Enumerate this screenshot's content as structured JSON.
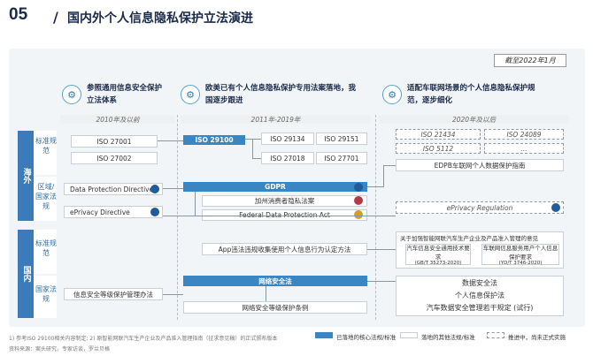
{
  "header": {
    "number": "05",
    "title": "国内外个人信息隐私保护立法演进"
  },
  "date_badge": "截至2022年1月",
  "columns": [
    {
      "heading": "参照通用信息安全保护立法体系",
      "period": "2010年及以前"
    },
    {
      "heading": "欧美已有个人信息隐私保护专用法案落地，我国逐步跟进",
      "period": "2011年-2019年"
    },
    {
      "heading": "适配车联网场景的个人信息隐私保护规范，逐步细化",
      "period": "2020年及以后"
    }
  ],
  "regions": {
    "overseas": "海外",
    "domestic": "国内",
    "overseas_standards": "标准规范",
    "overseas_law": "区域/国家法规",
    "domestic_standards": "标准规范",
    "domestic_law": "国家法规"
  },
  "items": {
    "iso27001": "ISO 27001",
    "iso27002": "ISO 27002",
    "iso29100": "ISO 29100",
    "iso29134": "ISO 29134",
    "iso29151": "ISO 29151",
    "iso27018": "ISO 27018",
    "iso27701": "ISO 27701",
    "iso21434": "ISO 21434",
    "iso24089": "ISO 24089",
    "iso5112": "ISO 5112",
    "ellipsis": "...",
    "edpb": "EDPB车联网个人数据保护指南",
    "dpd": "Data Protection Directive",
    "eprivacy_dir": "ePrivacy Directive",
    "gdpr": "GDPR",
    "ccpa": "加州消费者隐私法案",
    "fdpa": "Federal Data Protection Act",
    "eprivacy_reg": "ePrivacy Regulation",
    "app_method": "App违法违规收集使用个人信息行为认定方法",
    "guide_title": "关于加强智能网联汽车生产企业及产品准入管理的意见",
    "guide_sup": "1)",
    "auto_req": "汽车信息安全通用技术要求",
    "auto_req_code": "(GB/T 35273-2020)",
    "v2x_req": "车联网信息服务用户个人信息保护要求",
    "v2x_req_code": "(YD/T 3746-2020)",
    "mlps": "信息安全等级保护管理办法",
    "cyber_law": "网络安全法",
    "mlps_reg": "网络安全等级保护条例",
    "dsl": "数据安全法",
    "pipl": "个人信息保护法",
    "auto_data": "汽车数据安全管理若干规定 (试行)"
  },
  "legend": {
    "core": "已落地的核心法规/标准",
    "other": "落地的其他法规/标准",
    "pending": "推进中，尚未正式实施"
  },
  "footnotes": {
    "line1": "1) 参考ISO 29100相关内容制定; 2) 原智能网联汽车生产企业及产品准入管理指南（征求意见稿）的正式颁布版本",
    "line2": "资料来源：案头研究，专家访谈，罗兰贝格"
  },
  "colors": {
    "primary": "#3a86c2",
    "dark": "#1a2a4a",
    "bg": "#f2f5f8"
  },
  "icons": [
    "flag-eu",
    "flag-us",
    "flag-de"
  ]
}
